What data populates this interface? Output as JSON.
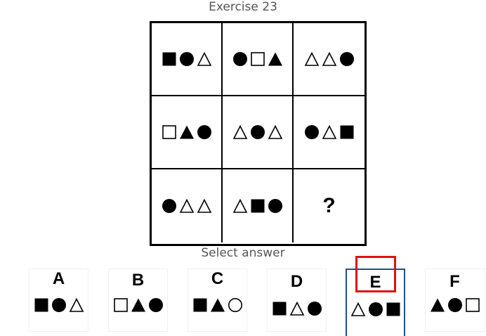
{
  "title": "Exercise 23",
  "select_label": "Select answer",
  "question_mark": "?",
  "colors": {
    "shape": "#000000",
    "grid_border": "#000000",
    "selection_border": "#1f4e8c",
    "highlight_box": "#e01010"
  },
  "grid": [
    [
      [
        "filled-square",
        "filled-circle",
        "outline-triangle"
      ],
      [
        "filled-circle",
        "outline-square",
        "filled-triangle"
      ],
      [
        "outline-triangle",
        "outline-triangle",
        "filled-circle"
      ]
    ],
    [
      [
        "outline-square",
        "filled-triangle",
        "filled-circle"
      ],
      [
        "outline-triangle",
        "filled-circle",
        "outline-triangle"
      ],
      [
        "filled-circle",
        "outline-triangle",
        "filled-square"
      ]
    ],
    [
      [
        "filled-circle",
        "outline-triangle",
        "outline-triangle"
      ],
      [
        "outline-triangle",
        "filled-square",
        "filled-circle"
      ],
      "question"
    ]
  ],
  "options": [
    {
      "label": "A",
      "shapes": [
        "filled-square",
        "filled-circle",
        "outline-triangle"
      ],
      "selected": false
    },
    {
      "label": "B",
      "shapes": [
        "outline-square",
        "filled-triangle",
        "filled-circle"
      ],
      "selected": false
    },
    {
      "label": "C",
      "shapes": [
        "filled-square",
        "filled-triangle",
        "outline-circle"
      ],
      "selected": false
    },
    {
      "label": "D",
      "shapes": [
        "filled-square",
        "outline-triangle",
        "filled-circle"
      ],
      "selected": false
    },
    {
      "label": "E",
      "shapes": [
        "outline-triangle",
        "filled-circle",
        "filled-square"
      ],
      "selected": true
    },
    {
      "label": "F",
      "shapes": [
        "filled-triangle",
        "filled-circle",
        "outline-square"
      ],
      "selected": false
    }
  ]
}
